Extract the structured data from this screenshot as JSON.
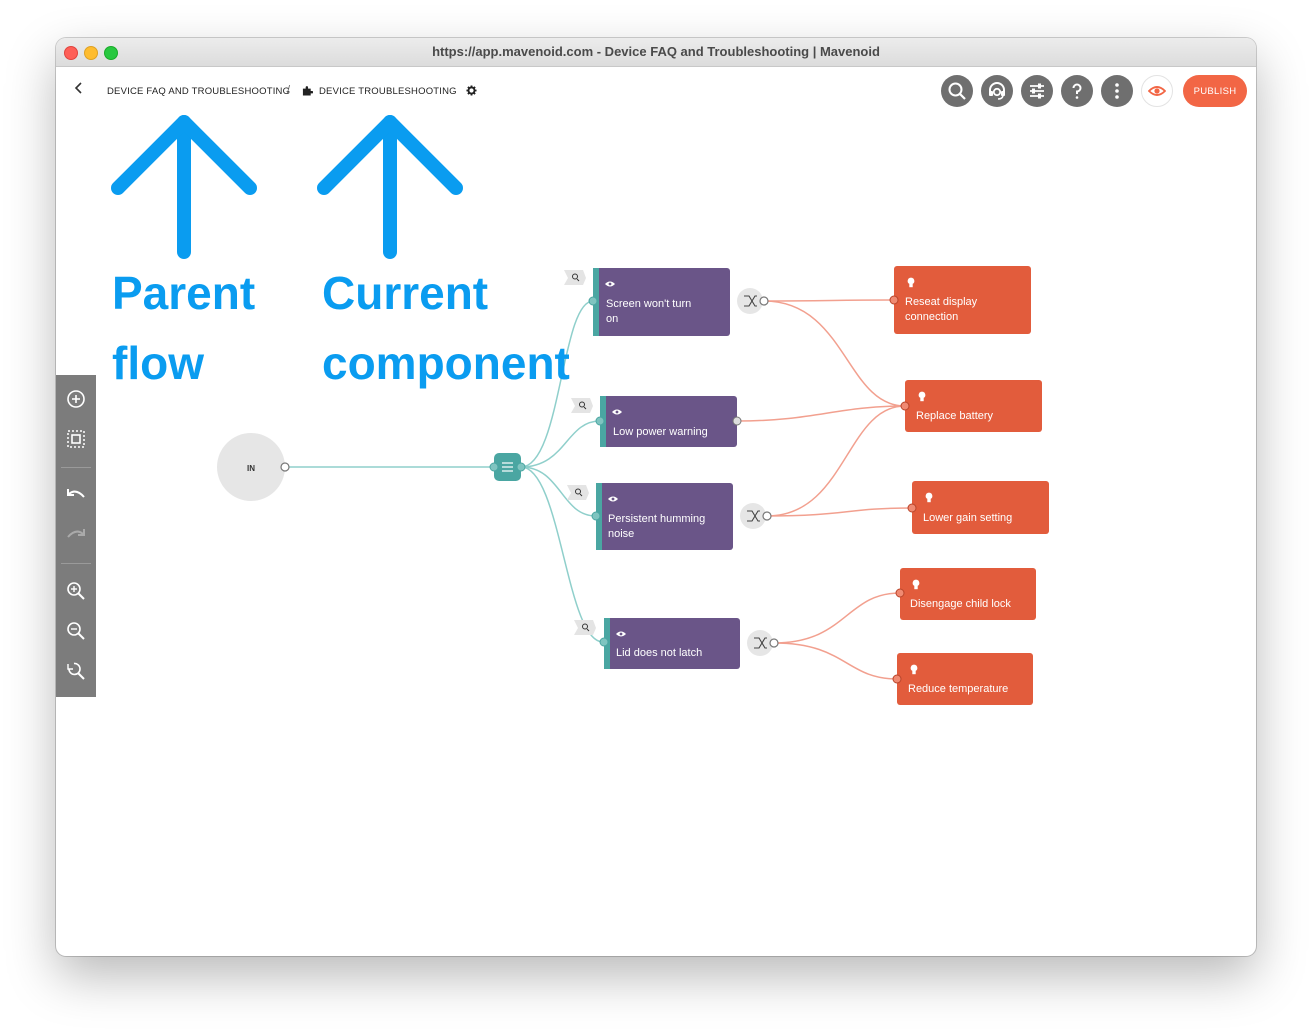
{
  "window": {
    "title": "https://app.mavenoid.com - Device FAQ and Troubleshooting | Mavenoid"
  },
  "header": {
    "parent_crumb": "DEVICE FAQ AND TROUBLESHOOTING",
    "separator": "/",
    "current_crumb": "DEVICE TROUBLESHOOTING",
    "publish_label": "PUBLISH",
    "icons": [
      "search-icon",
      "agent-icon",
      "sliders-icon",
      "help-icon",
      "more-vertical-icon",
      "preview-eye-icon"
    ]
  },
  "annotations": {
    "parent_line1": "Parent",
    "parent_line2": "flow",
    "current_line1": "Current",
    "current_line2": "component",
    "arrow_color": "#0a9cf0"
  },
  "toolbar": {
    "icons": [
      "add-node-icon",
      "select-area-icon",
      "undo-icon",
      "redo-icon",
      "zoom-in-icon",
      "zoom-out-icon",
      "zoom-reset-icon"
    ]
  },
  "flow": {
    "in_label": "IN",
    "questions": [
      {
        "line1": "Screen won't turn",
        "line2": "on"
      },
      {
        "line1": "Low power warning",
        "line2": ""
      },
      {
        "line1": "Persistent humming",
        "line2": "noise"
      },
      {
        "line1": "Lid does not latch",
        "line2": ""
      }
    ],
    "solutions": [
      {
        "line1": "Reseat display",
        "line2": "connection"
      },
      {
        "line1": "Replace battery",
        "line2": ""
      },
      {
        "line1": "Lower gain setting",
        "line2": ""
      },
      {
        "line1": "Disengage child lock",
        "line2": ""
      },
      {
        "line1": "Reduce temperature",
        "line2": ""
      }
    ],
    "colors": {
      "question": "#6a5588",
      "question_accent": "#4aa6a2",
      "solution": "#e25c3c",
      "hub": "#4aa6a2",
      "link_teal": "#8fcfcb",
      "link_orange": "#f2a08f",
      "in_circle": "#e6e6e6"
    }
  }
}
